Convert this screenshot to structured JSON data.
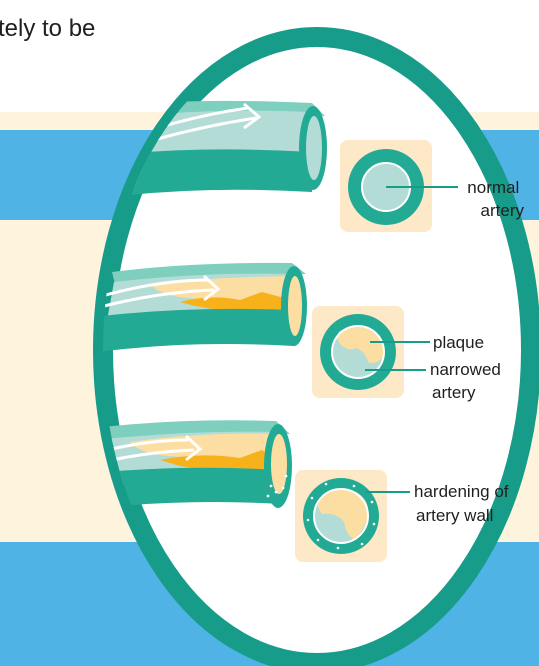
{
  "header": {
    "fragment_text": "tely to be"
  },
  "colors": {
    "background_cream": "#fef4de",
    "band_blue": "#4fb3e5",
    "frame_teal": "#179c8a",
    "artery_teal": "#23aa95",
    "artery_teal_light": "#7fcfbe",
    "lumen_mint": "#b3dcd6",
    "plaque_yellow": "#fddea2",
    "plaque_orange": "#f7b21b",
    "card_peach": "#fde8c8"
  },
  "diagram": {
    "stages": [
      {
        "id": "normal",
        "label_lines": [
          "normal",
          "artery"
        ]
      },
      {
        "id": "narrowed",
        "label_lines": [
          "plaque",
          "narrowed",
          "artery"
        ]
      },
      {
        "id": "hardened",
        "label_lines": [
          "hardening of",
          "artery wall"
        ]
      }
    ]
  }
}
